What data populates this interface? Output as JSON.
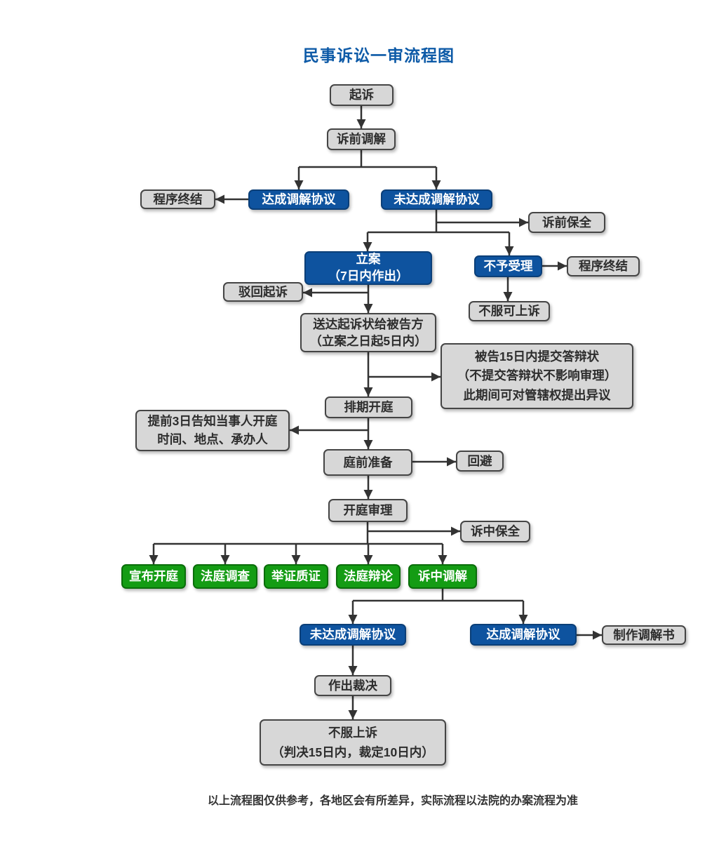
{
  "title": "民事诉讼一审流程图",
  "footnote": "以上流程图仅供参考，各地区会有所差异，实际流程以法院的办案流程为准",
  "colors": {
    "title_blue": "#0d5aa7",
    "process_blue": "#0e539f",
    "stage_green": "#149c14",
    "box_gray": "#d7d7d7",
    "connector": "#333333"
  },
  "nodes": {
    "file_lawsuit": "起诉",
    "pretrial_mediation": "诉前调解",
    "procedure_end_1": "程序终结",
    "mediation_reached_1": "达成调解协议",
    "mediation_not_reached_1": "未达成调解协议",
    "pretrial_preservation": "诉前保全",
    "case_filing": "立案\n（7日内作出）",
    "not_accepted": "不予受理",
    "procedure_end_2": "程序终结",
    "dismiss_lawsuit": "驳回起诉",
    "appeal_allowed": "不服可上诉",
    "serve_complaint": "送达起诉状给被告方\n（立案之日起5日内）",
    "defendant_reply": "被告15日内提交答辩状\n（不提交答辩状不影响审理）\n此期间可对管辖权提出异议",
    "schedule_hearing": "排期开庭",
    "notify_parties": "提前3日告知当事人开庭\n时间、地点、承办人",
    "pretrial_preparation": "庭前准备",
    "recusal": "回避",
    "court_hearing": "开庭审理",
    "in_trial_preservation": "诉中保全",
    "announce_hearing": "宣布开庭",
    "court_investigation": "法庭调查",
    "evidence_cross_examination": "举证质证",
    "court_debate": "法庭辩论",
    "in_trial_mediation": "诉中调解",
    "mediation_not_reached_2": "未达成调解协议",
    "mediation_reached_2": "达成调解协议",
    "mediation_document": "制作调解书",
    "make_judgment": "作出裁决",
    "appeal": "不服上诉\n（判决15日内，裁定10日内）"
  }
}
